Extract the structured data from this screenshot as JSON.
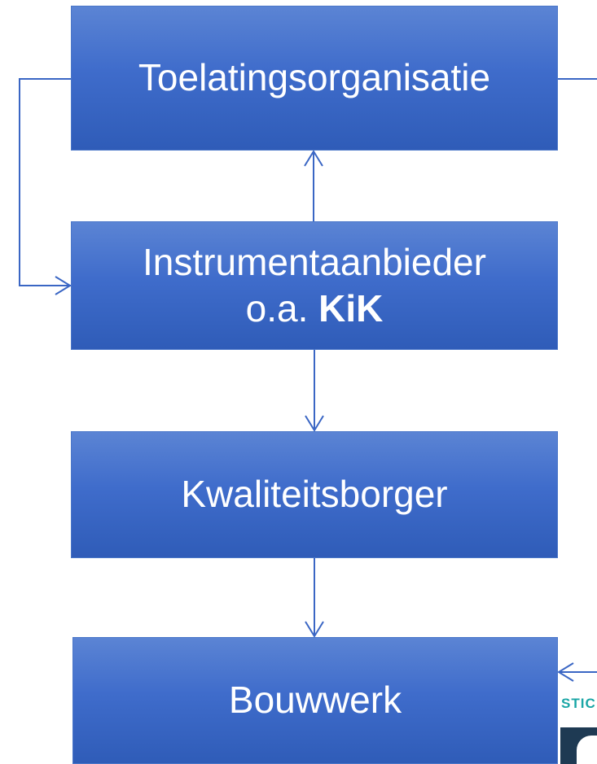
{
  "boxes": {
    "toelating": {
      "label": "Toelatingsorganisatie"
    },
    "instrument": {
      "line1": "Instrumentaanbieder",
      "line2_prefix": "o.a. ",
      "line2_bold": "KiK"
    },
    "kwaliteit": {
      "label": "Kwaliteitsborger"
    },
    "bouwwerk": {
      "label": "Bouwwerk"
    }
  },
  "logo": {
    "text_fragment": "STIC"
  },
  "colors": {
    "box_fill": "#3f6ccb",
    "connector": "#3a66c4",
    "logo_teal": "#1aa6a6",
    "logo_dark": "#1e3a53"
  }
}
